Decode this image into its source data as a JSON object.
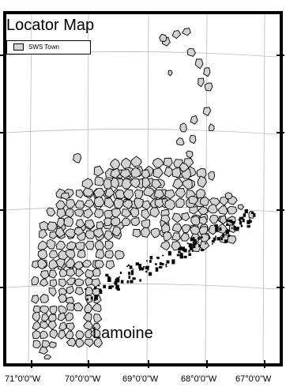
{
  "map": {
    "title": "Locator Map",
    "legend": {
      "label": "SWS Town",
      "fill_color": "#d3d3d3",
      "outline_color": "#000000"
    },
    "place_label": "Lamoine",
    "longitude_labels": [
      "71°0'0\"W",
      "70°0'0\"W",
      "69°0'0\"W",
      "68°0'0\"W",
      "67°0'0\"W"
    ],
    "colors": {
      "town_fill": "#d3d3d3",
      "town_stroke": "#000000",
      "graticule": "#bbbbbb",
      "frame": "#000000",
      "background": "#ffffff"
    }
  }
}
